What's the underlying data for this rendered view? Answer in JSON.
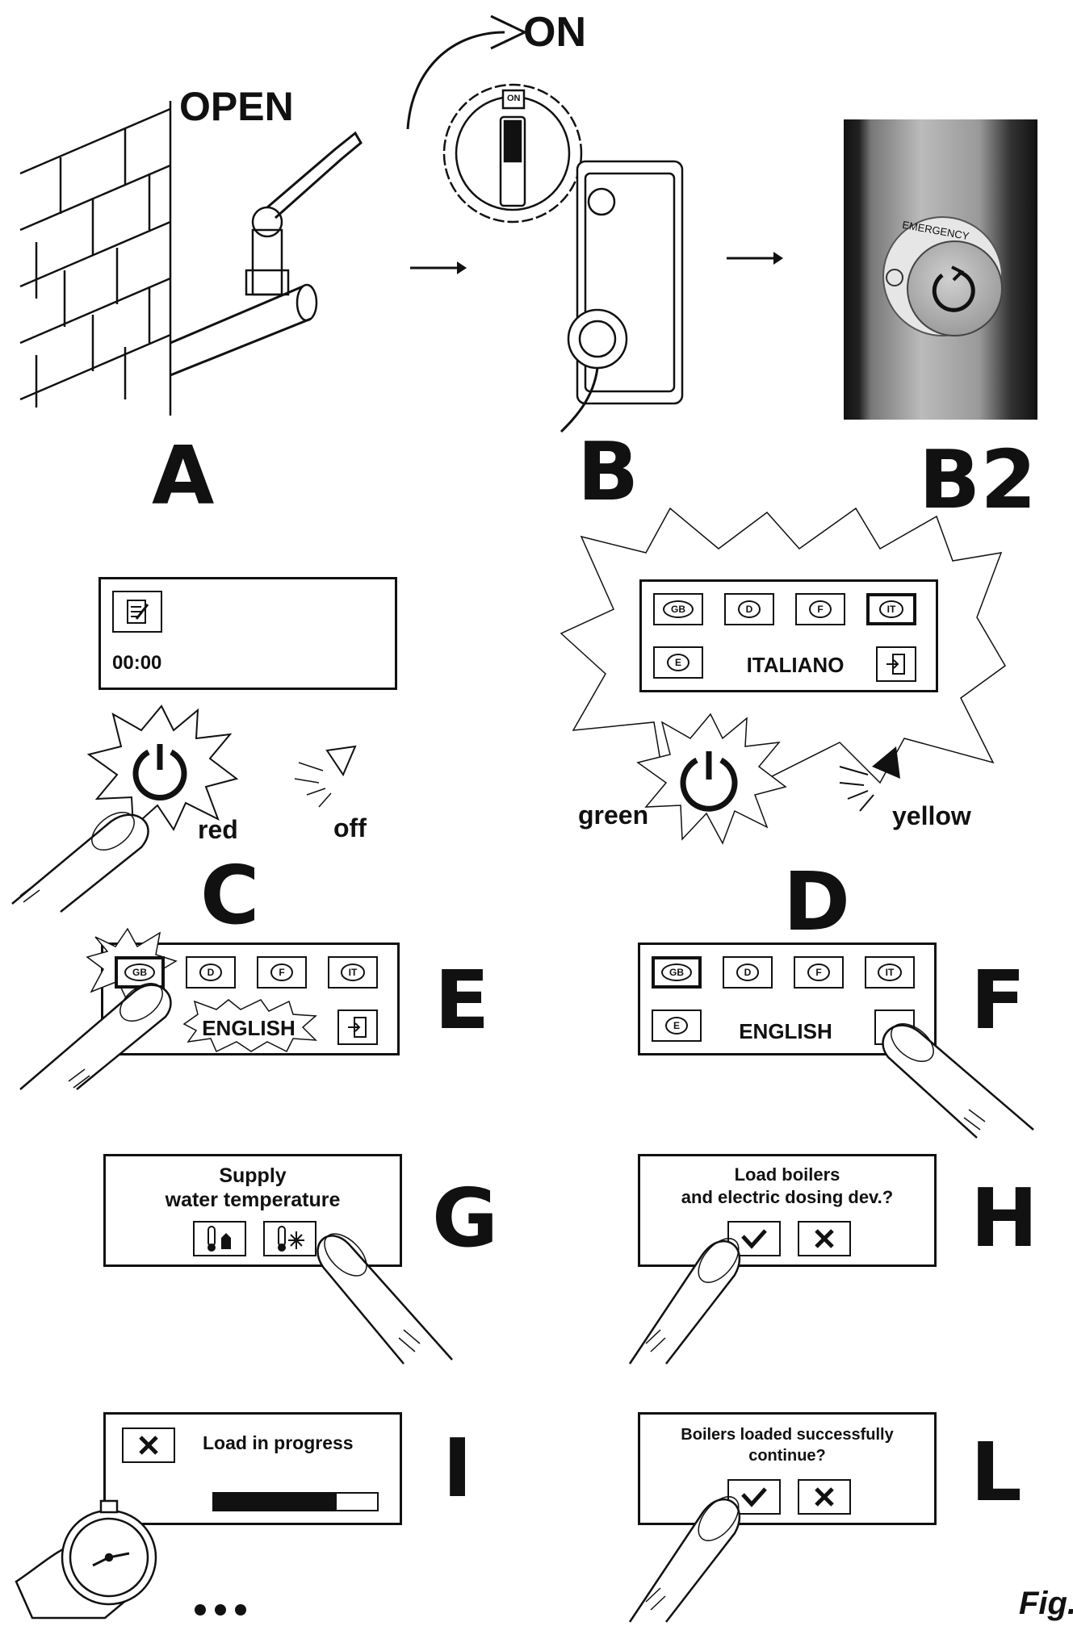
{
  "step_letters": {
    "a": "A",
    "b": "B",
    "b2": "B2",
    "c": "C",
    "d": "D",
    "e": "E",
    "f": "F",
    "g": "G",
    "h": "H",
    "i": "I",
    "l": "L"
  },
  "valve": {
    "state": "OPEN"
  },
  "switch": {
    "state": "ON",
    "knob_label": "ON"
  },
  "emergency": {
    "label": "EMERGENCY"
  },
  "panel_c": {
    "time": "00:00",
    "power_color": "red",
    "light_state": "off"
  },
  "panel_d": {
    "language": "ITALIANO",
    "power_color": "green",
    "light_color": "yellow"
  },
  "languages": {
    "gb": "GB",
    "d": "D",
    "f": "F",
    "it": "IT",
    "e": "E"
  },
  "panel_e": {
    "language": "ENGLISH"
  },
  "panel_f": {
    "language": "ENGLISH"
  },
  "panel_g": {
    "line1": "Supply",
    "line2": "water temperature"
  },
  "panel_h": {
    "line1": "Load boilers",
    "line2": "and electric dosing dev.?"
  },
  "panel_i": {
    "title": "Load in progress",
    "progress": 0.75
  },
  "panel_l": {
    "line1": "Boilers loaded successfully",
    "line2": "continue?"
  },
  "fig_label": "Fig."
}
